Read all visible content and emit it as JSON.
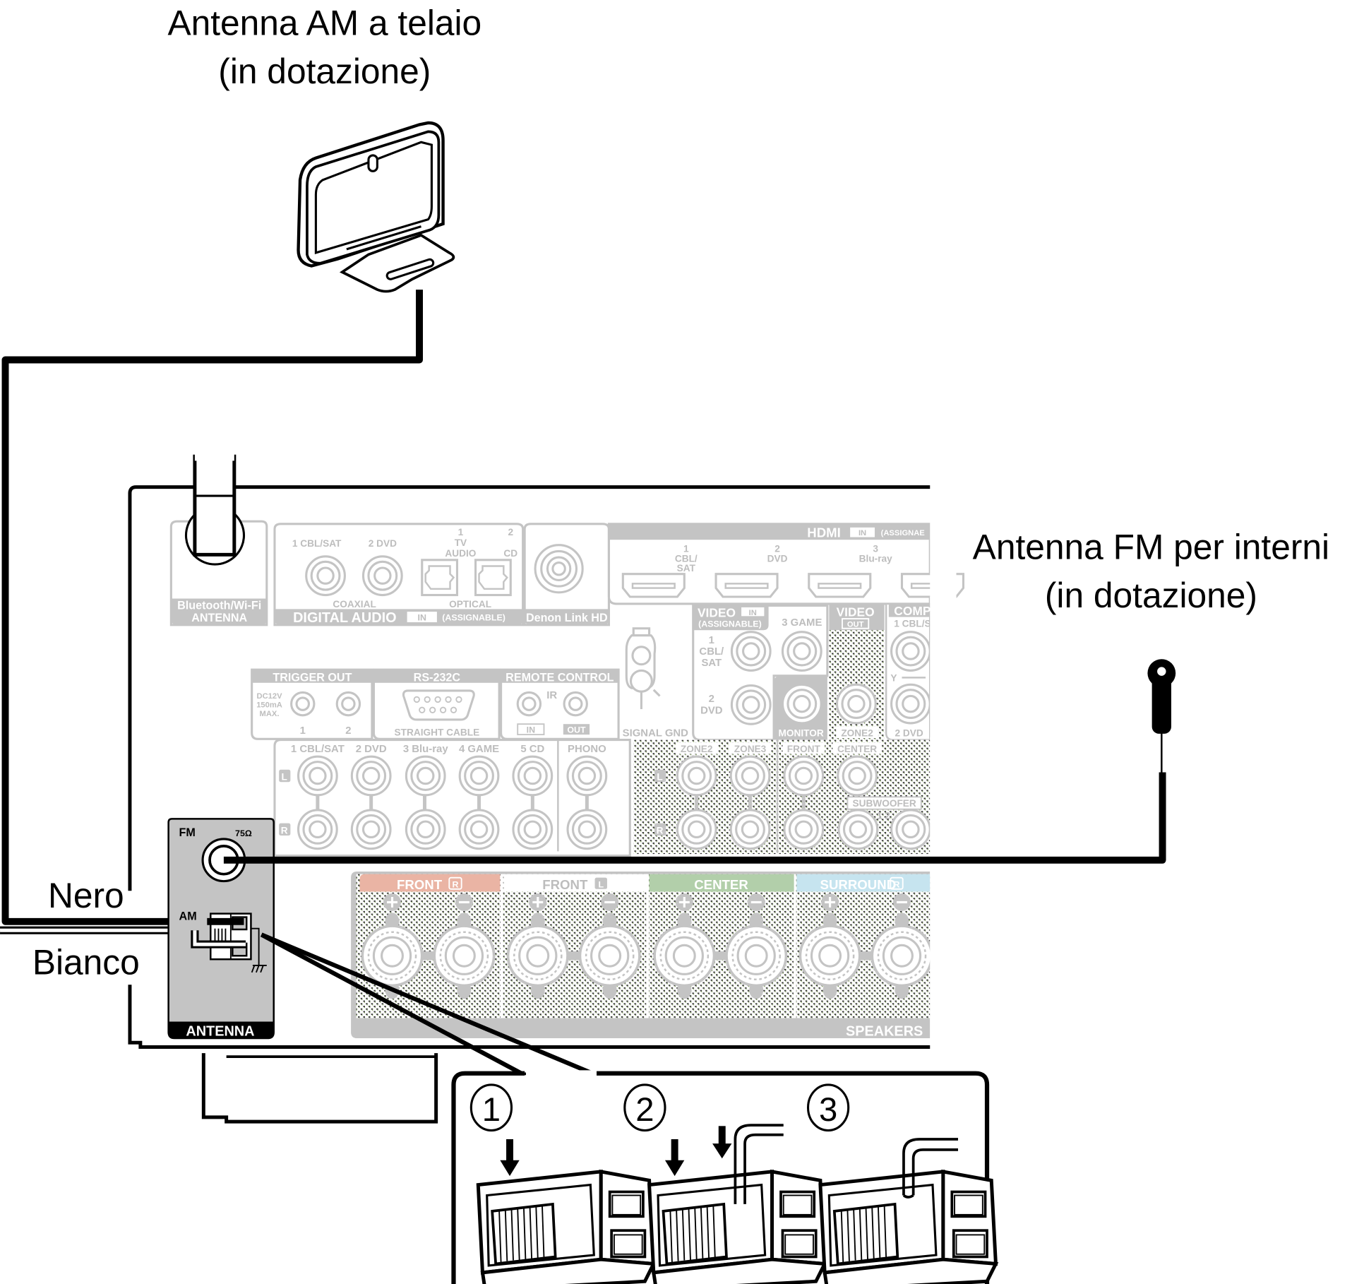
{
  "callouts": {
    "am_antenna_line1": "Antenna AM a telaio",
    "am_antenna_line2": "(in dotazione)",
    "fm_antenna_line1": "Antenna FM per interni",
    "fm_antenna_line2": "(in dotazione)",
    "wire_black": "Nero",
    "wire_white": "Bianco"
  },
  "receiver": {
    "bt_antenna": [
      "Bluetooth/Wi-Fi",
      "ANTENNA"
    ],
    "digital_audio": {
      "coax_labels": [
        "1 CBL/SAT",
        "2 DVD"
      ],
      "optical_num1": "1",
      "optical_num2": "2",
      "optical_tv": "TV",
      "optical_audio": "AUDIO",
      "optical_cd": "CD",
      "coaxial": "COAXIAL",
      "optical": "OPTICAL",
      "title": "DIGITAL AUDIO",
      "in_badge": "IN",
      "assignable": "(ASSIGNABLE)"
    },
    "denon_link": "Denon Link HD",
    "hdmi": {
      "title": "HDMI",
      "in_badge": "IN",
      "assignable": "(ASSIGNAE",
      "ports": [
        {
          "num": "1",
          "name1": "CBL/",
          "name2": "SAT"
        },
        {
          "num": "2",
          "name1": "DVD",
          "name2": ""
        },
        {
          "num": "3",
          "name1": "Blu-ray",
          "name2": ""
        }
      ]
    },
    "video_in": {
      "title": "VIDEO",
      "in_badge": "IN",
      "assignable": "(ASSIGNABLE)",
      "game": "3 GAME",
      "p1_num": "1",
      "p1_a": "CBL/",
      "p1_b": "SAT",
      "p2_num": "2",
      "p2_a": "DVD",
      "monitor": "MONITOR"
    },
    "video_out": {
      "title": "VIDEO",
      "badge": "OUT",
      "zone2": "ZONE2"
    },
    "component": {
      "title": "COMP",
      "p1": "1 CBL/S",
      "y": "Y",
      "p2": "2 DVD"
    },
    "signal_gnd": "SIGNAL GND",
    "trigger_out": {
      "title": "TRIGGER OUT",
      "spec": [
        "DC12V",
        "150mA",
        "MAX."
      ],
      "ports": [
        "1",
        "2"
      ]
    },
    "rs232c": {
      "title": "RS-232C",
      "cable": "STRAIGHT CABLE"
    },
    "remote_control": {
      "title": "REMOTE CONTROL",
      "ir": "IR",
      "in": "IN",
      "out": "OUT"
    },
    "analog_audio": {
      "inputs": [
        "1 CBL/SAT",
        "2 DVD",
        "3 Blu-ray",
        "4 GAME",
        "5 CD"
      ],
      "phono": "PHONO",
      "l": "L",
      "r": "R"
    },
    "preout": {
      "labels": [
        "ZONE2",
        "ZONE3",
        "FRONT",
        "CENTER"
      ],
      "subwoofer": "SUBWOOFER",
      "sub_nums": "1 2",
      "l": "L",
      "r": "R"
    },
    "antenna_panel": {
      "fm": "FM",
      "impedance": "75Ω",
      "am": "AM",
      "title": "ANTENNA"
    },
    "speakers": {
      "title": "SPEAKERS",
      "channels": [
        {
          "label": "FRONT",
          "side": "R",
          "color": "#eab4a4"
        },
        {
          "label": "FRONT",
          "side": "L",
          "color": "#ffffff"
        },
        {
          "label": "CENTER",
          "side": "",
          "color": "#b2cfaa"
        },
        {
          "label": "SURROUND",
          "side": "R",
          "color": "#c6e4ef"
        }
      ]
    }
  },
  "inset": {
    "steps": [
      "1",
      "2",
      "3"
    ]
  }
}
